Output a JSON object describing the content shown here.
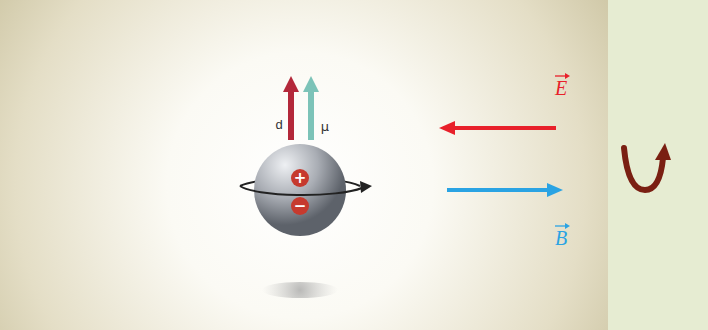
{
  "diagram": {
    "labels": [
      "d",
      "μ",
      "+",
      "−",
      "E",
      "B"
    ]
  }
}
